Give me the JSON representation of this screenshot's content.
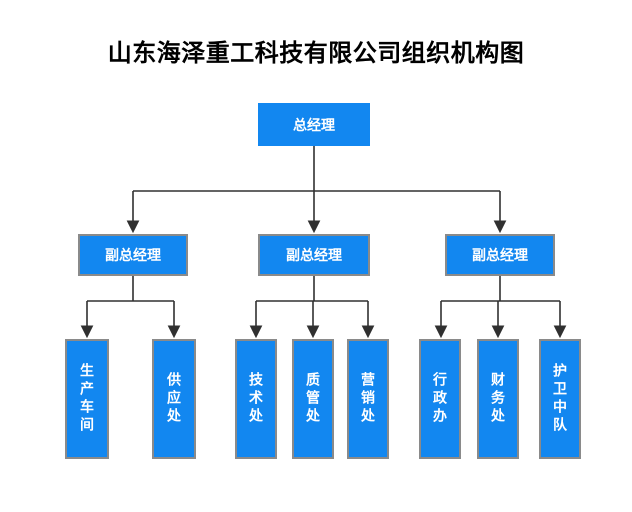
{
  "title": "山东海泽重工科技有限公司组织机构图",
  "colors": {
    "background": "#ffffff",
    "title_color": "#000000",
    "box_fill": "#1287f0",
    "box_border": "#8a8a8a",
    "box_text": "#ffffff",
    "line_color": "#303030"
  },
  "org": {
    "root": {
      "label": "总经理"
    },
    "deputies": [
      {
        "label": "副总经理",
        "departments": [
          {
            "label": "生产车间"
          },
          {
            "label": "供应处"
          }
        ]
      },
      {
        "label": "副总经理",
        "departments": [
          {
            "label": "技术处"
          },
          {
            "label": "质管处"
          },
          {
            "label": "营销处"
          }
        ]
      },
      {
        "label": "副总经理",
        "departments": [
          {
            "label": "行政办"
          },
          {
            "label": "财务处"
          },
          {
            "label": "护卫中队"
          }
        ]
      }
    ]
  }
}
